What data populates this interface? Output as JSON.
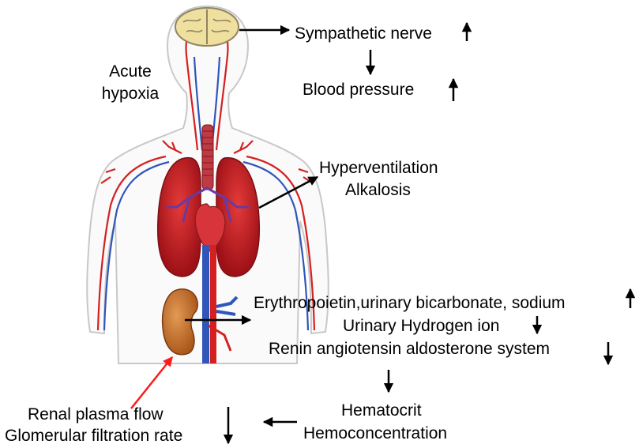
{
  "labels": {
    "acute_1": "Acute",
    "acute_2": "hypoxia",
    "sympathetic": "Sympathetic nerve",
    "blood_pressure": "Blood pressure",
    "hyperventilation": "Hyperventilation",
    "alkalosis": "Alkalosis",
    "erythropoietin": "Erythropoietin,urinary bicarbonate, sodium",
    "urinary_hydrogen": "Urinary Hydrogen ion",
    "renin": "Renin angiotensin aldosterone system",
    "hematocrit": "Hematocrit",
    "hemoconcentration": "Hemoconcentration",
    "renal_plasma": "Renal plasma flow",
    "gfr": "Glomerular filtration rate"
  },
  "colors": {
    "arrow": "#000000",
    "highlight_arrow": "#ff1a1a",
    "artery": "#d42020",
    "vein": "#2f56b8",
    "lung": "#c01820",
    "kidney": "#c8722e",
    "brain": "#efe0a0"
  },
  "icons": {
    "up": "up-arrow-icon",
    "down": "down-arrow-icon"
  }
}
